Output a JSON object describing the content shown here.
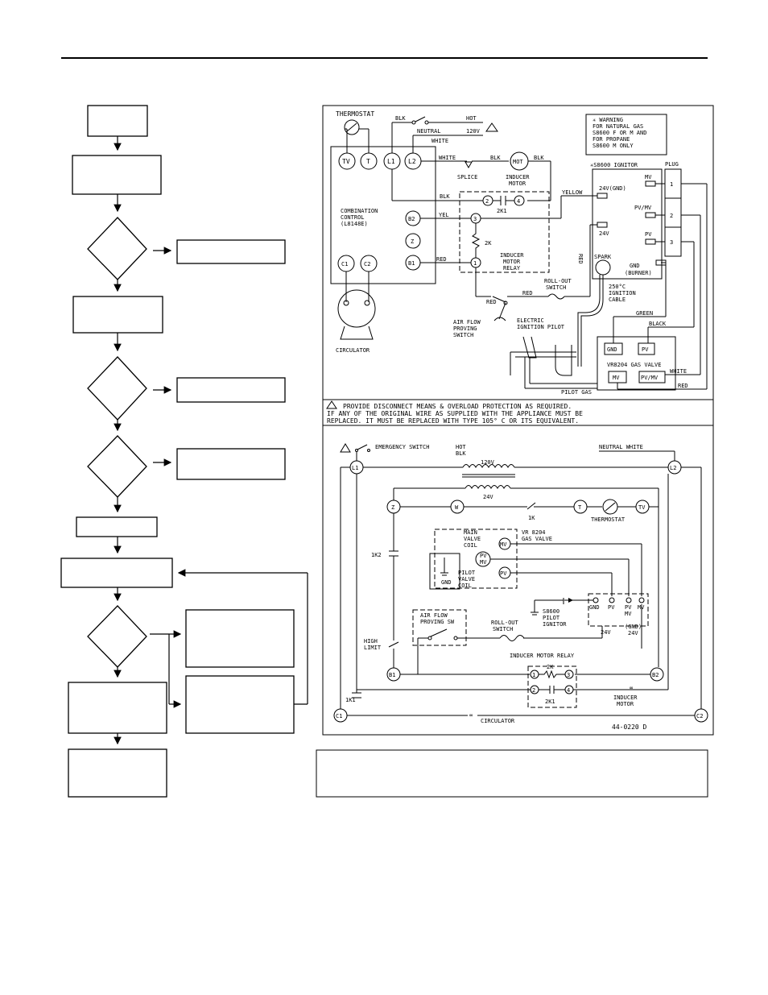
{
  "top_diagram": {
    "thermostat": "THERMOSTAT",
    "blk": "BLK",
    "hot": "HOT",
    "neutral": "NEUTRAL",
    "v120": "120V",
    "white": "WHITE",
    "white2": "WHITE",
    "blk2": "BLK",
    "blk3": "BLK",
    "blk4": "BLK",
    "mot": "MOT",
    "splice": "SPLICE",
    "inducer_motor": [
      "INDUCER",
      "MOTOR"
    ],
    "terminals": [
      "TV",
      "T",
      "L1",
      "L2"
    ],
    "yellow": "YELLOW",
    "yel": "YEL",
    "red": "RED",
    "red2": "RED",
    "red3": "RED",
    "red4": "RED",
    "red5": "RED",
    "combination_control": [
      "COMBINATION",
      "CONTROL",
      "(L8148E)"
    ],
    "b2": "B2",
    "z": "Z",
    "b1": "B1",
    "c1": "C1",
    "c2": "C2",
    "circulator": "CIRCULATOR",
    "relay_pins": [
      "2",
      "4",
      "3",
      "1"
    ],
    "k1": "2K1",
    "k2": "2K",
    "inducer_motor_relay": [
      "INDUCER",
      "MOTOR",
      "RELAY"
    ],
    "rollout_switch": [
      "ROLL-OUT",
      "SWITCH"
    ],
    "air_flow": [
      "AIR FLOW",
      "PROVING",
      "SWITCH"
    ],
    "electric_ignition": [
      "ELECTRIC",
      "IGNITION PILOT"
    ],
    "pilot_gas": "PILOT GAS",
    "warning_box": [
      "✳ WARNING",
      "FOR NATURAL GAS",
      "S8600 F OR M AND",
      "FOR PROPANE",
      "S8600 M ONLY"
    ],
    "ignitor_title": "✳S8600 IGNITOR",
    "plug": "PLUG",
    "plug_pins": [
      "1",
      "2",
      "3"
    ],
    "ign_terms": [
      "MV",
      "24V(GND)",
      "PV/MV",
      "24V",
      "PV",
      "GND",
      "(BURNER)"
    ],
    "spark": "SPARK",
    "ignition_cable": [
      "250°C",
      "IGNITION",
      "CABLE"
    ],
    "green": "GREEN",
    "black": "BLACK",
    "gas_valve": "VR8204 GAS VALVE",
    "valve_terms": [
      "GND",
      "PV",
      "MV",
      "PV/MV"
    ],
    "white3": "WHITE",
    "notes": [
      "PROVIDE DISCONNECT MEANS & OVERLOAD PROTECTION AS REQUIRED.",
      "IF ANY OF THE ORIGINAL WIRE AS SUPPLIED WITH THE APPLIANCE MUST BE",
      "REPLACED. IT MUST BE REPLACED WITH TYPE 105° C OR ITS EQUIVALENT."
    ]
  },
  "ladder_diagram": {
    "emergency_switch": "EMERGENCY SWITCH",
    "hot": "HOT",
    "blk": "BLK",
    "neutral_white": "NEUTRAL WHITE",
    "l1": "L1",
    "l2": "L2",
    "v120": "120V",
    "v24": "24V",
    "z": "Z",
    "w": "W",
    "k1": "1K",
    "t": "T",
    "tv": "TV",
    "thermostat": "THERMOSTAT",
    "k2": "1K2",
    "main_valve_coil": [
      "MAIN",
      "VALVE",
      "COIL"
    ],
    "vr8204": [
      "VR 8204",
      "GAS VALVE"
    ],
    "mv": "MV",
    "pvmv": [
      "PV",
      "MV"
    ],
    "pv": "PV",
    "gnd": "GND",
    "pilot_valve_coil": [
      "PILOT",
      "VALVE",
      "COIL"
    ],
    "s8600": [
      "S8600",
      "PILOT",
      "IGNITOR"
    ],
    "term_labels": [
      "GND",
      "PV",
      "PV",
      "MV"
    ],
    "term_sub": [
      "MV"
    ],
    "air_flow": [
      "AIR FLOW",
      "PROVING SW"
    ],
    "rollout": [
      "ROLL-OUT",
      "SWITCH"
    ],
    "high_limit": [
      "HIGH",
      "LIMIT"
    ],
    "v24a": "24V",
    "gnd24": [
      "(GND)",
      "24V"
    ],
    "b1": "B1",
    "b2": "B2",
    "inducer_motor_relay": "INDUCER MOTOR RELAY",
    "k2b": "2K",
    "k21": "2K1",
    "relay_pins": [
      "1",
      "3",
      "2",
      "4"
    ],
    "k1b": "1K1",
    "inducer_motor": [
      "INDUCER",
      "MOTOR"
    ],
    "c1": "C1",
    "c2": "C2",
    "circulator": "CIRCULATOR",
    "drawing_number": "44-0220 D"
  }
}
